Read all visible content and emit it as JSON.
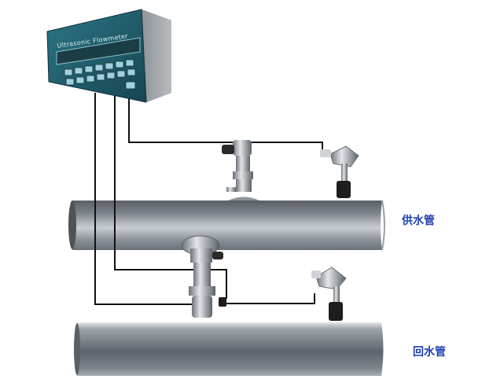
{
  "labels": {
    "supply_pipe": "供水管",
    "return_pipe": "回水管"
  },
  "meter": {
    "title": "Ultrasonic Flowmeter"
  },
  "colors": {
    "label_text": "#1f3fb0",
    "pipe_dark": "#4a4f56",
    "pipe_light": "#c9ced3",
    "meter_panel": "#1f5f6e",
    "cable": "#111111"
  },
  "icons": {
    "flowmeter": "flowmeter-unit-icon",
    "transducer": "ultrasonic-transducer-icon",
    "temp_sensor": "temperature-sensor-icon"
  }
}
